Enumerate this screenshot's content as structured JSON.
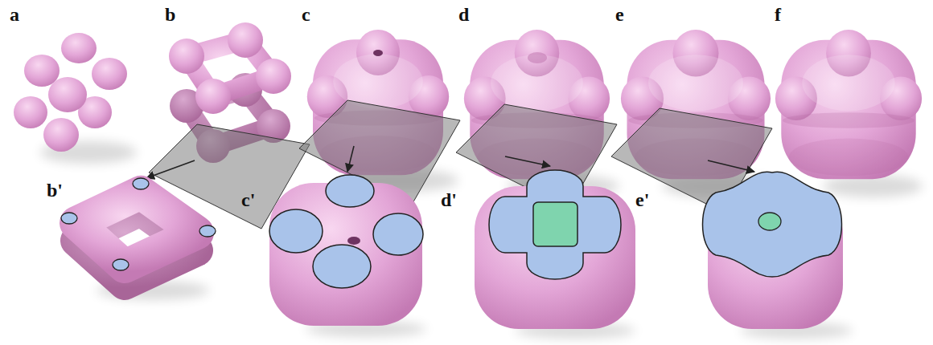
{
  "diagram": {
    "labels": [
      "a",
      "b",
      "c",
      "d",
      "e",
      "f",
      "b'",
      "c'",
      "d'",
      "e'"
    ]
  }
}
